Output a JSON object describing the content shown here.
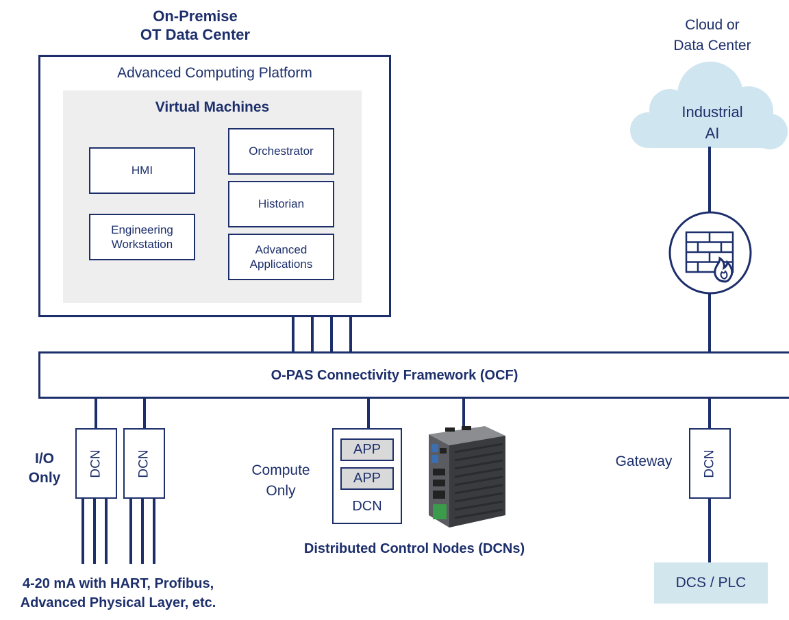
{
  "on_premise_title": "On-Premise\nOT Data Center",
  "cloud_title": "Cloud or\nData Center",
  "platform_title": "Advanced Computing Platform",
  "vm_title": "Virtual Machines",
  "boxes": {
    "hmi": "HMI",
    "engineering": "Engineering\nWorkstation",
    "orchestrator": "Orchestrator",
    "historian": "Historian",
    "advanced_apps": "Advanced\nApplications"
  },
  "cloud_label": "Industrial\nAI",
  "ocf_label": "O-PAS Connectivity Framework (OCF)",
  "io_only_label": "I/O\nOnly",
  "dcn_label": "DCN",
  "compute_only_label": "Compute\nOnly",
  "app_label": "APP",
  "gateway_label": "Gateway",
  "dcns_caption": "Distributed Control Nodes (DCNs)",
  "io_caption": "4-20 mA with HART, Profibus,\nAdvanced Physical Layer, etc.",
  "dcs_plc_label": "DCS / PLC",
  "colors": {
    "navy": "#1d2f6b",
    "vm_gray": "#eeeeee",
    "cloud_blue": "#cfe5ef",
    "dcs_blue": "#d2e6ee",
    "app_gray": "#d9d9d9"
  }
}
